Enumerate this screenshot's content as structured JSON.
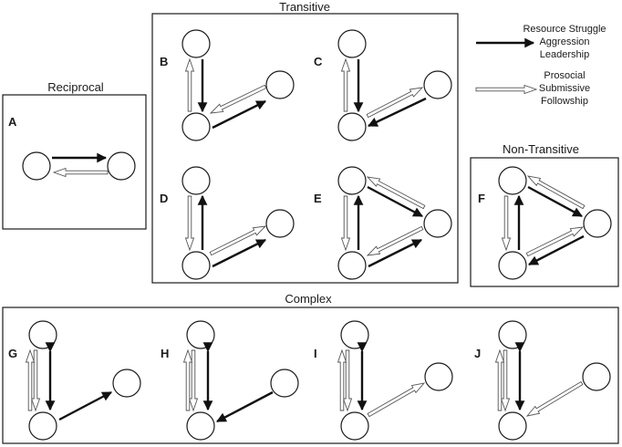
{
  "titles": {
    "transitive": "Transitive",
    "reciprocal": "Reciprocal",
    "non_transitive": "Non-Transitive",
    "complex": "Complex"
  },
  "legend": {
    "solid": [
      "Resource Struggle",
      "Aggression",
      "Leadership"
    ],
    "hollow": [
      "Prosocial",
      "Submissive",
      "Followship"
    ]
  },
  "labels": {
    "A": "A",
    "B": "B",
    "C": "C",
    "D": "D",
    "E": "E",
    "F": "F",
    "G": "G",
    "H": "H",
    "I": "I",
    "J": "J"
  }
}
